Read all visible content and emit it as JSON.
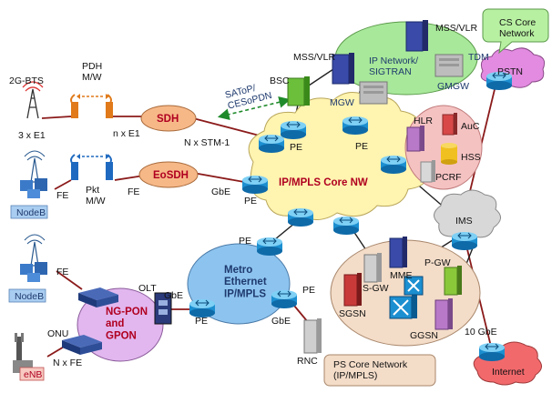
{
  "labels": {
    "bts": "2G-BTS",
    "e1x3": "3 x E1",
    "pdh_mw": "PDH\nM/W",
    "ne1": "n x E1",
    "sdh": "SDH",
    "stm1": "N x STM-1",
    "satop": "SAToP/\nCESoPDN",
    "bsc": "BSC",
    "mss_vlr_left": "MSS/VLR",
    "mss_vlr_right": "MSS/VLR",
    "ip_network": "IP Network/\nSIGTRAN",
    "mgw": "MGW",
    "gmgw": "GMGW",
    "tdm": "TDM",
    "cs_core": "CS Core\nNetwork",
    "pstn": "PSTN",
    "nodeb_top": "NodeB",
    "fe_top": "FE",
    "pkt_mw": "Pkt\nM/W",
    "fe_mid": "FE",
    "eosdh": "EoSDH",
    "gbe_core": "GbE",
    "pe_1": "PE",
    "pe_2": "PE",
    "pe_3": "PE",
    "core": "IP/MPLS  Core NW",
    "hlr": "HLR",
    "auc": "AuC",
    "hss": "HSS",
    "pcrf": "PCRF",
    "ims": "IMS",
    "pe_metro_top": "PE",
    "metro": "Metro\nEthernet\nIP/MPLS",
    "pe_metro_right": "PE",
    "pe_metro_left": "PE",
    "gbe_olt": "GbE",
    "gbe_rnc": "GbE",
    "olt": "OLT",
    "rnc": "RNC",
    "nodeb_bottom": "NodeB",
    "fe_bottom": "FE",
    "onu": "ONU",
    "ngpon": "NG-PON\nand\nGPON",
    "nxfe": "N x FE",
    "enb": "eNB",
    "mme": "MME",
    "sgw": "S-GW",
    "pgw": "P-GW",
    "sgsn": "SGSN",
    "ggsn": "GGSN",
    "ps_core": "PS Core Network\n(IP/MPLS)",
    "gbe10": "10 GbE",
    "internet": "Internet"
  },
  "colors": {
    "router_body": "#1c8fd0",
    "router_top": "#7fd0f5",
    "core_cloud": "#fff4b0",
    "cs_core_fill": "#a8e89a",
    "pstn_fill": "#e28be0",
    "sdh_fill": "#f7b888",
    "metro_fill": "#8dc4ef",
    "pon_fill": "#e2b7ef",
    "ps_fill": "#f3dcc8",
    "hlr_fill": "#f5c2c2",
    "ims_fill": "#d8d8d8",
    "internet_fill": "#f2696c",
    "cs_callout_fill": "#b8f0a2",
    "link_red": "#8b1a1a",
    "dashed_green": "#1f8a2a"
  }
}
